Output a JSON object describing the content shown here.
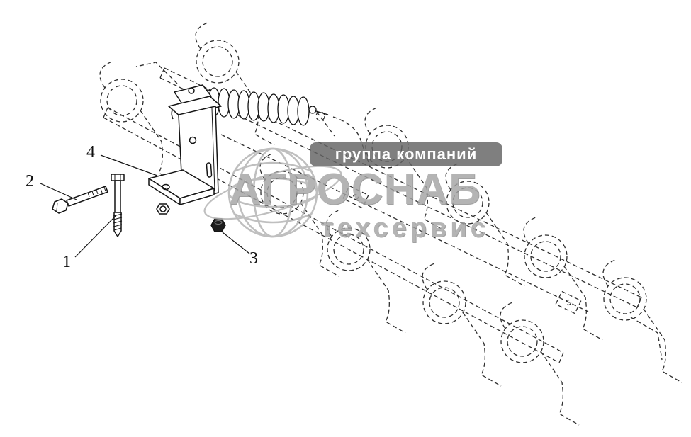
{
  "watermark": {
    "group": "группа компаний",
    "brand": "АГРОСНАБ",
    "subtitle": "техсервис"
  },
  "callouts": {
    "c1": "1",
    "c2": "2",
    "c3": "3",
    "c4": "4"
  },
  "colors": {
    "background": "#ffffff",
    "drawing_line": "#141414",
    "dashed_line": "#2e2e2e",
    "watermark_text": "#a4a4a4",
    "watermark_box": "#636363",
    "nut_fill": "#1e1e1e"
  }
}
